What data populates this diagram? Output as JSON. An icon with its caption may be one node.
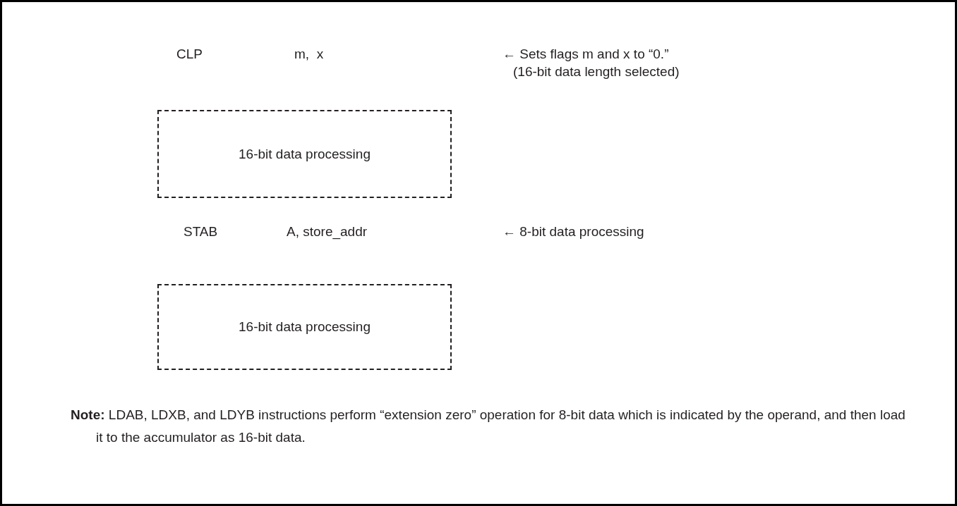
{
  "diagram": {
    "nodes": [
      {
        "text": [
          "16-bit data processing"
        ]
      },
      {
        "text": [
          "16-bit data processing"
        ]
      }
    ],
    "labels": [
      "CLP",
      "m,  x",
      "← Sets flags m and x to “0.”",
      "(16-bit data length selected)",
      "STAB",
      "A, store_addr",
      "← 8-bit data processing",
      "**Note:** LDAB, LDXB, and LDYB instructions perform “extension zero” operation for 8-bit data which is indicated by the operand, and then load it to the accumulator as 16-bit data."
    ]
  }
}
